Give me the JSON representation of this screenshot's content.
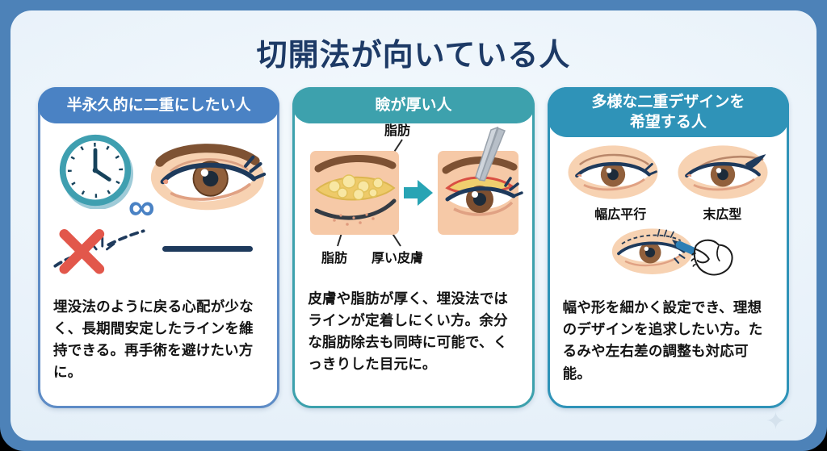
{
  "title": "切開法が向いている人",
  "symbols": {
    "infinity": "∞",
    "sparkle": "✦"
  },
  "colors": {
    "frame": "#4d82b8",
    "panel_bg": "#e9f2fa",
    "title": "#1d3a66",
    "card1_accent": "#4a82c4",
    "card2_accent": "#3da1ad",
    "card3_accent": "#2f93b8",
    "x_red": "#e2574b",
    "line_navy": "#1e3a5c",
    "fat_yellow": "#eeca69",
    "incision_red": "#d94f43",
    "skin": "#f7d2b2",
    "arrow_teal": "#28a4b4",
    "pen_blue": "#2e7fb5"
  },
  "cards": [
    {
      "id": "semi-permanent",
      "header": "半永久的に二重にしたい人",
      "body": "埋没法のように戻る心配が少なく、長期間安定したラインを維持できる。再手術を避けたい方に。",
      "icons": [
        "clock-icon",
        "infinity-symbol",
        "eye-icon",
        "broken-thread-x-icon",
        "stable-line-icon"
      ]
    },
    {
      "id": "thick-eyelid",
      "header": "瞼が厚い人",
      "body": "皮膚や脂肪が厚く、埋没法ではラインが定着しにくい方。余分な脂肪除去も同時に可能で、くっきりした目元に。",
      "labels": {
        "fat_top": "脂肪",
        "fat_bottom": "脂肪",
        "thick_skin": "厚い皮膚"
      }
    },
    {
      "id": "various-designs",
      "header": "多様な二重デザインを\n希望する人",
      "body": "幅や形を細かく設定でき、理想のデザインを追求したい方。たるみや左右差の調整も対応可能。",
      "labels": {
        "wide_parallel": "幅広平行",
        "tapered": "末広型"
      }
    }
  ]
}
